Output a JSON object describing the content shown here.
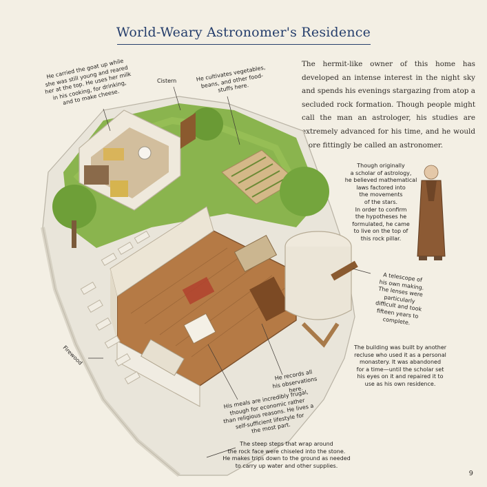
{
  "title": "World-Weary Astronomer's Residence",
  "intro": "The hermit-like owner of this home has developed an intense interest in the night sky and spends his evenings stargazing from atop a secluded rock formation. Though people might call the man an astrologer, his studies are extremely advanced for his time, and he would more fittingly be called an astronomer.",
  "notes": {
    "goat": "He carried the goat up while\nshe was still young and reared\nher at the top. He uses her milk\nin his cooking, for drinking,\nand to make cheese.",
    "cistern": "Cistern",
    "vegetables": "He cultivates vegetables,\nbeans, and other food-\nstuffs here.",
    "scholar": "Though originally\na scholar of astrology,\nhe believed mathematical\nlaws factored into\nthe movements\nof the stars.\nIn order to confirm\nthe hypotheses he\nformulated, he came\nto live on the top of\nthis rock pillar.",
    "telescope": "A telescope of\nhis own making.\nThe lenses were\nparticularly\ndifficult and took\nfifteen years to\ncomplete.",
    "building": "The building was built by another\nrecluse who used it as a personal\nmonastery. It was abandoned\nfor a time—until the scholar set\nhis eyes on it and repaired it to\nuse as his own residence.",
    "firewood": "Firewood",
    "observations": "He records all\nhis observations\nhere.",
    "meals": "His meals are incredibly frugal,\nthough for economic rather\nthan religious reasons. He lives a\nself-sufficient lifestyle for\nthe most part.",
    "steps": "The steep steps that wrap around\nthe rock face were chiseled into the stone.\nHe makes trips down to the ground as needed\nto carry up water and other supplies."
  },
  "page_number": "9"
}
